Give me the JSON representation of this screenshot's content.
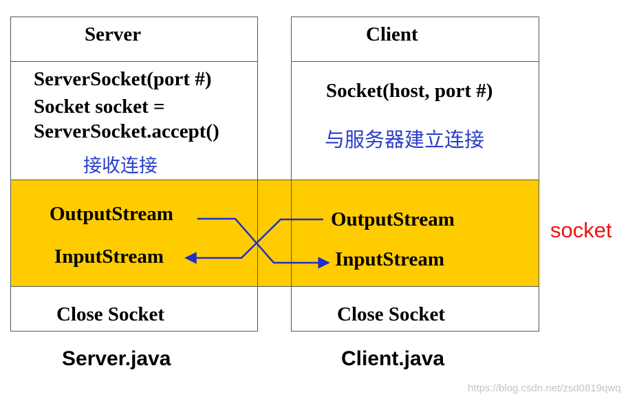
{
  "server": {
    "header": "Server",
    "lines": [
      "ServerSocket(port #)",
      "Socket socket =",
      "ServerSocket.accept()"
    ],
    "note": "接收连接",
    "output_stream": "OutputStream",
    "input_stream": "InputStream",
    "close": "Close Socket",
    "file": "Server.java"
  },
  "client": {
    "header": "Client",
    "line": "Socket(host, port #)",
    "note": "与服务器建立连接",
    "output_stream": "OutputStream",
    "input_stream": "InputStream",
    "close": "Close Socket",
    "file": "Client.java"
  },
  "socket_label": "socket",
  "watermark": "https://blog.csdn.net/zsd0819qwq",
  "colors": {
    "band": "#ffcc00",
    "arrow": "#1f2ecc",
    "note": "#2a3cc8",
    "socket_label": "#ee1111",
    "border": "#555555"
  }
}
